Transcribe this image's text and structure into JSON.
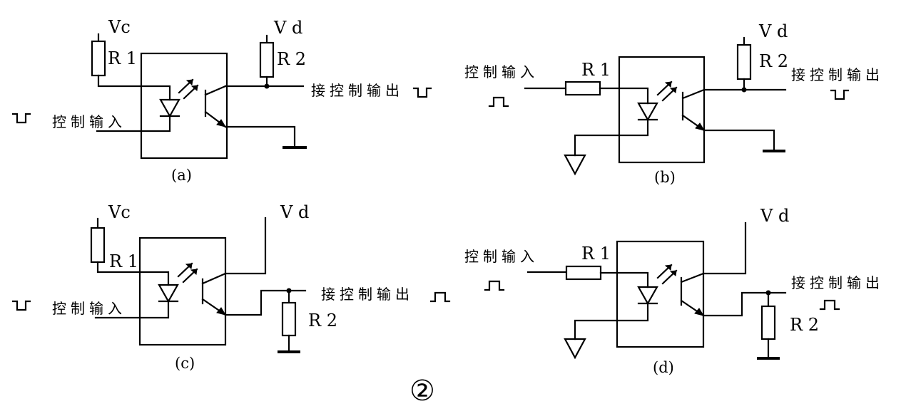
{
  "figure_number": "②",
  "labels": {
    "vc": "Vc",
    "vd": "V d",
    "r1": "R 1",
    "r2": "R 2",
    "control_input": "控制输入",
    "control_output": "接控制输出"
  },
  "captions": {
    "a": "(a)",
    "b": "(b)",
    "c": "(c)",
    "d": "(d)"
  }
}
